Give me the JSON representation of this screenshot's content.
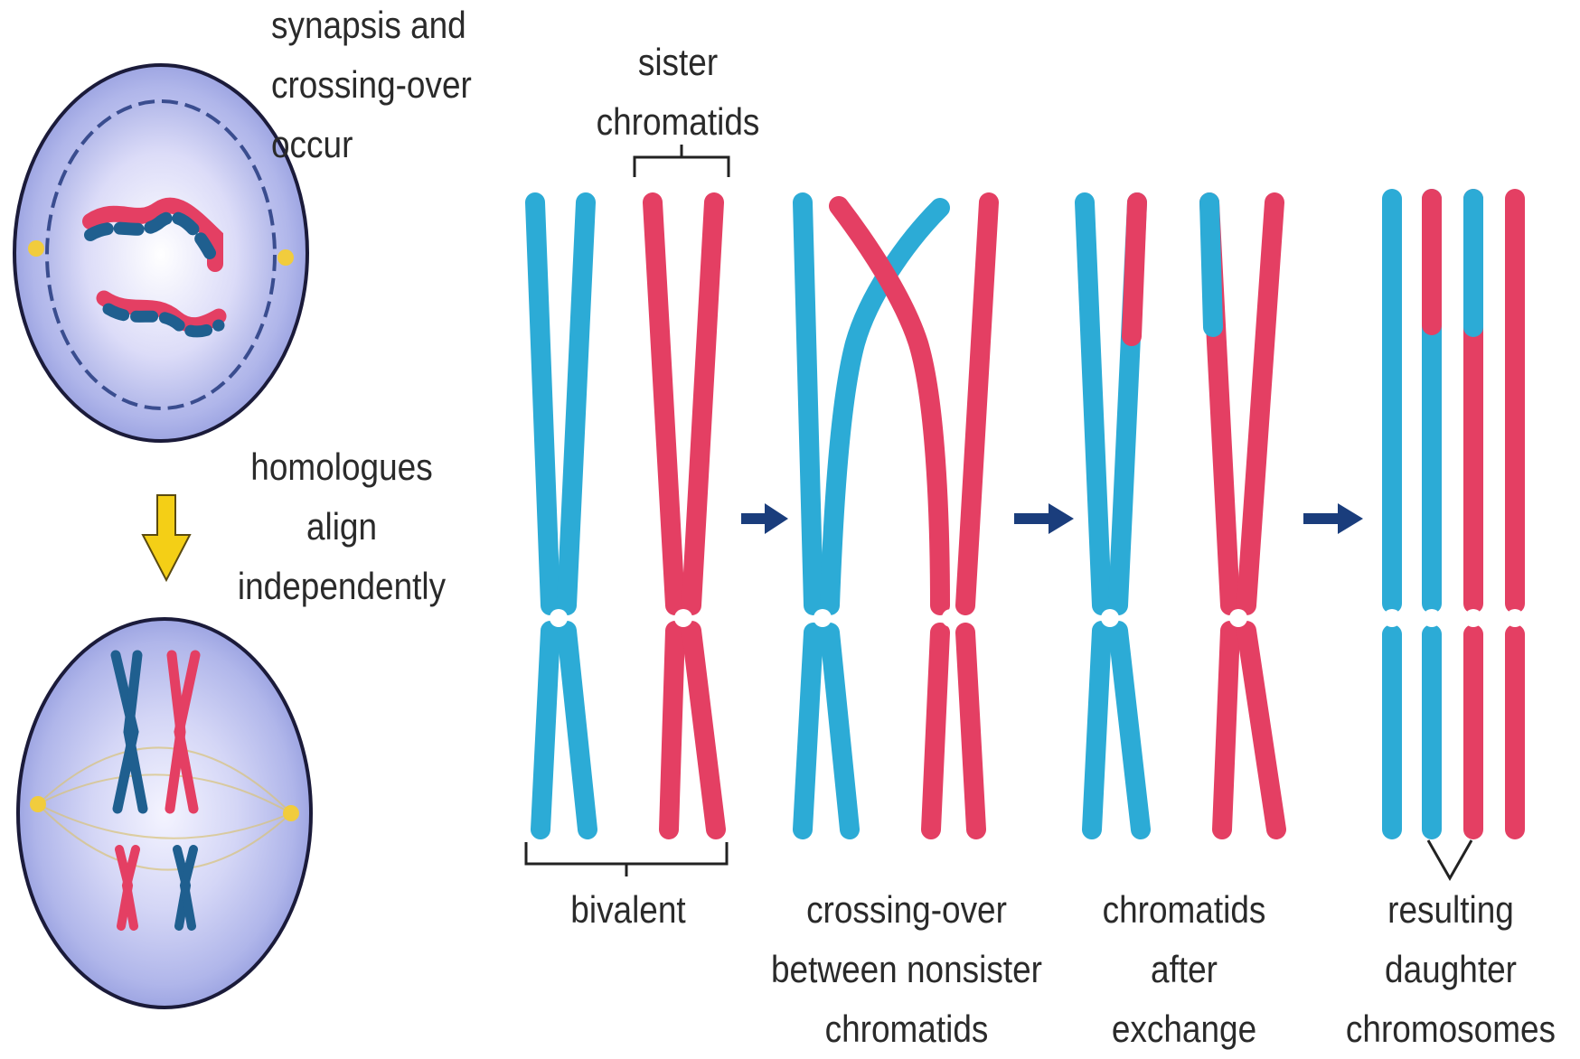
{
  "colors": {
    "maternal": "#2cabd6",
    "paternal": "#e43f63",
    "maternal_dark": "#1f6fa8",
    "paternal_dark": "#c92a48",
    "arrow": "#1a3d7c",
    "cell_fill": "#c6c9f0",
    "spindle_pole": "#f1cc3d",
    "down_arrow": "#f4cf16"
  },
  "labels": {
    "synapsis": [
      "synapsis and",
      "crossing-over",
      "occur"
    ],
    "homologues": [
      "homologues",
      "align",
      "independently"
    ],
    "sister": [
      "sister",
      "chromatids"
    ],
    "bivalent": [
      "bivalent"
    ],
    "crossing": [
      "crossing-over",
      "between nonsister",
      "chromatids"
    ],
    "after": [
      "chromatids",
      "after",
      "exchange"
    ],
    "resulting": [
      "resulting",
      "daughter",
      "chromosomes"
    ]
  }
}
